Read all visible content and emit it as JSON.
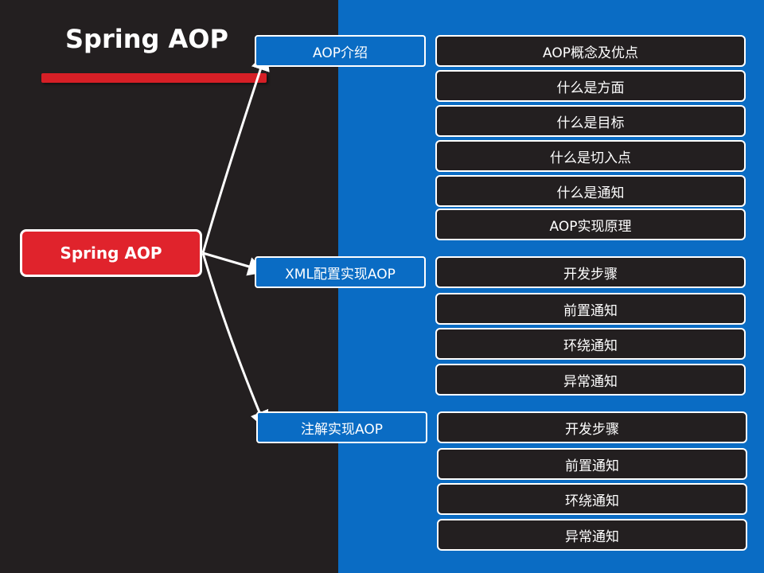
{
  "title": "Spring AOP",
  "root": {
    "label": "Spring AOP"
  },
  "branches": [
    {
      "label": "AOP介绍",
      "items": [
        "AOP概念及优点",
        "什么是方面",
        "什么是目标",
        "什么是切入点",
        "什么是通知",
        "AOP实现原理"
      ]
    },
    {
      "label": "XML配置实现AOP",
      "items": [
        "开发步骤",
        "前置通知",
        "环绕通知",
        "异常通知"
      ]
    },
    {
      "label": "注解实现AOP",
      "items": [
        "开发步骤",
        "前置通知",
        "环绕通知",
        "异常通知"
      ]
    }
  ],
  "colors": {
    "left_background": "#231f20",
    "right_background": "#0a6cc4",
    "accent_red": "#e0232c",
    "node_border": "#ffffff"
  }
}
